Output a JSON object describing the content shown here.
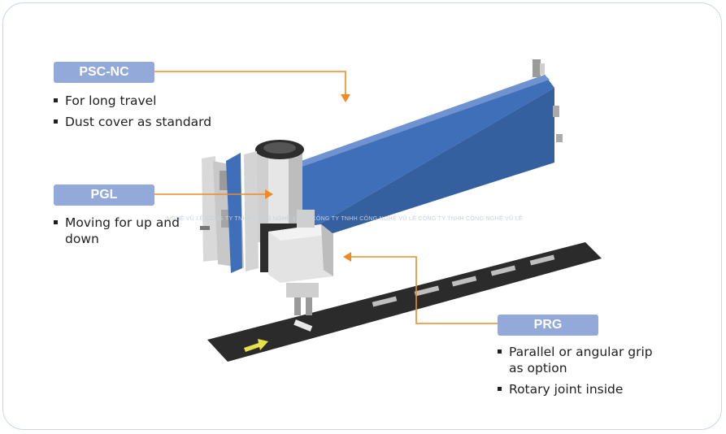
{
  "labels": {
    "psc": {
      "title": "PSC-NC",
      "bullets": [
        "For long travel",
        "Dust cover as standard"
      ]
    },
    "pgl": {
      "title": "PGL",
      "bullets": [
        "Moving for up and down"
      ]
    },
    "prg": {
      "title": "PRG",
      "bullets": [
        "Parallel or angular grip as option",
        "Rotary joint inside"
      ]
    }
  },
  "watermark": "NGHỆ VŨ LÊ CÔNG TY TNHH CÔNG NGHỆ VŨ LÊ CÔNG TY TNHH CÔNG NGHỆ VŨ LÊ CÔNG TY TNHH CÔNG NGHỆ VŨ LÊ",
  "colors": {
    "tag": "#93a9d9",
    "arrow": "#f08a24",
    "actuator": "#3f6fb8",
    "belt": "#2a2a2a",
    "flow_arrow": "#e6e24a"
  }
}
